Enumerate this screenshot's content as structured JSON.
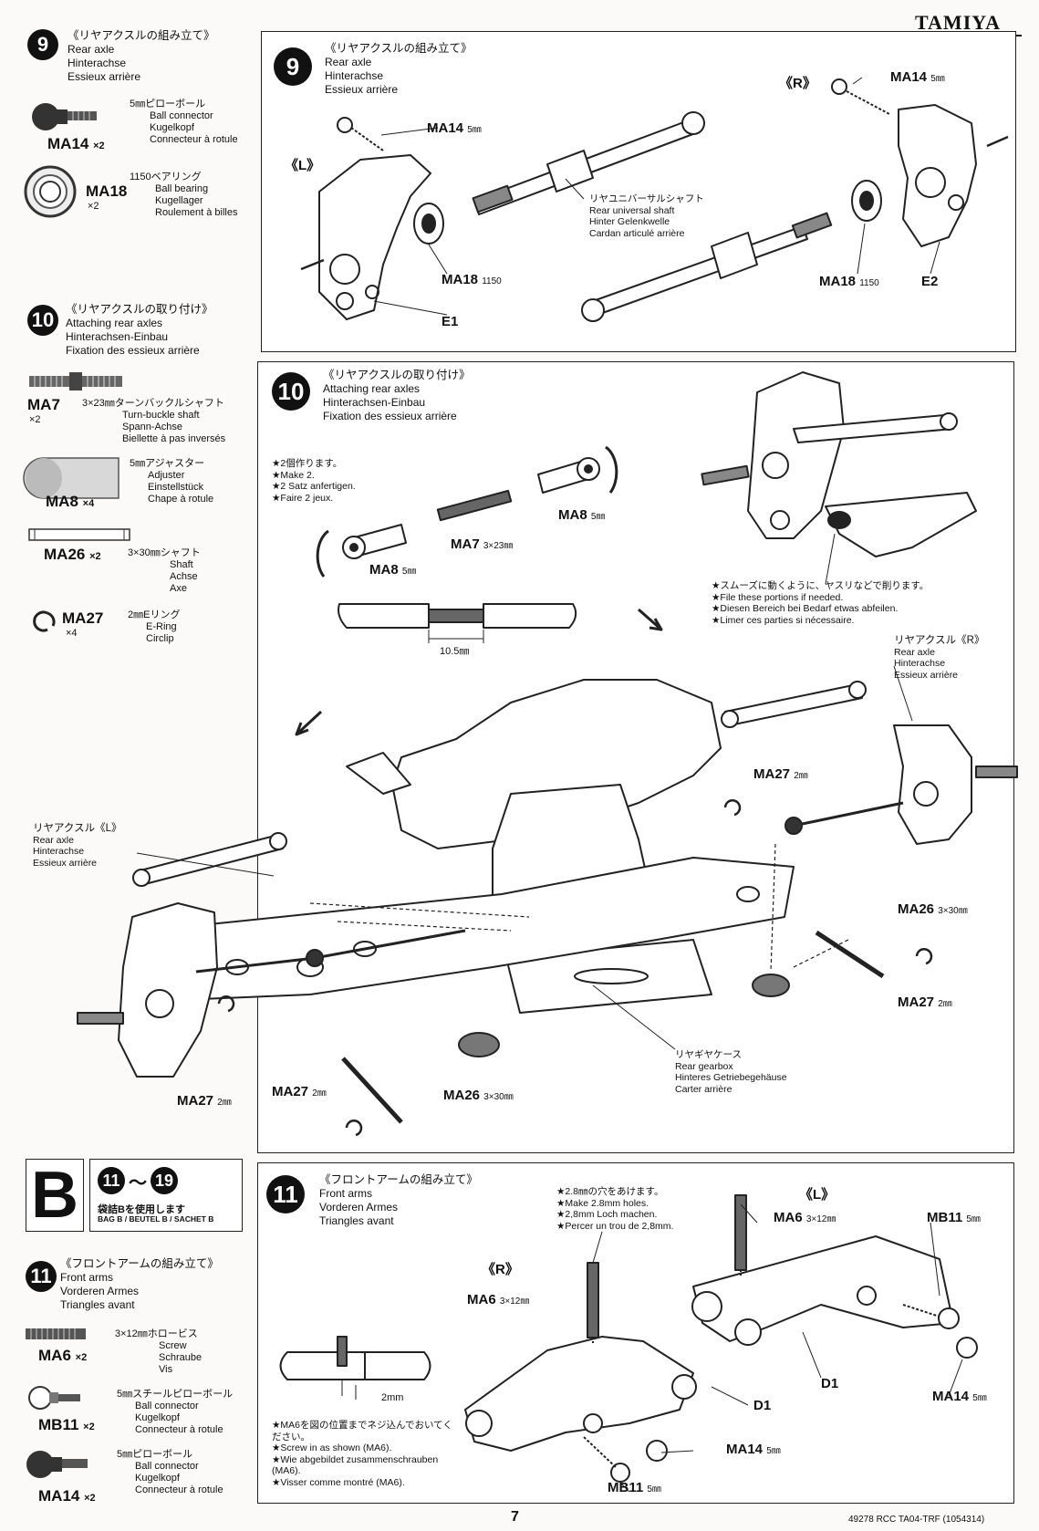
{
  "header": {
    "brand": "TAMIYA"
  },
  "left": {
    "step9": {
      "num": "9",
      "jp": "《リヤアクスルの組み立て》",
      "en": "Rear axle",
      "de": "Hinterachse",
      "fr": "Essieux arrière",
      "parts": [
        {
          "code": "MA14",
          "qty": "×2",
          "jp": "5㎜ピローボール",
          "l1": "Ball connector",
          "l2": "Kugelkopf",
          "l3": "Connecteur à rotule"
        },
        {
          "code": "MA18",
          "qty": "×2",
          "jp": "1150ベアリング",
          "l1": "Ball bearing",
          "l2": "Kugellager",
          "l3": "Roulement à billes"
        }
      ]
    },
    "step10": {
      "num": "10",
      "jp": "《リヤアクスルの取り付け》",
      "en": "Attaching rear axles",
      "de": "Hinterachsen-Einbau",
      "fr": "Fixation des essieux arrière",
      "parts": [
        {
          "code": "MA7",
          "qty": "×2",
          "jp": "3×23㎜ターンバックルシャフト",
          "l1": "Turn-buckle shaft",
          "l2": "Spann-Achse",
          "l3": "Biellette à pas inversés"
        },
        {
          "code": "MA8",
          "qty": "×4",
          "jp": "5㎜アジャスター",
          "l1": "Adjuster",
          "l2": "Einstellstück",
          "l3": "Chape à rotule"
        },
        {
          "code": "MA26",
          "qty": "×2",
          "jp": "3×30㎜シャフト",
          "l1": "Shaft",
          "l2": "Achse",
          "l3": "Axe"
        },
        {
          "code": "MA27",
          "qty": "×4",
          "jp": "2㎜Eリング",
          "l1": "E-Ring",
          "l2": "Circlip",
          "l3": ""
        }
      ]
    },
    "bag": {
      "letter": "B",
      "range_a": "11",
      "tilde": "〜",
      "range_b": "19",
      "jp": "袋詰Bを使用します",
      "en": "BAG B / BEUTEL B / SACHET B"
    },
    "step11": {
      "num": "11",
      "jp": "《フロントアームの組み立て》",
      "en": "Front arms",
      "de": "Vorderen Armes",
      "fr": "Triangles avant",
      "parts": [
        {
          "code": "MA6",
          "qty": "×2",
          "jp": "3×12㎜ホロービス",
          "l1": "Screw",
          "l2": "Schraube",
          "l3": "Vis"
        },
        {
          "code": "MB11",
          "qty": "×2",
          "jp": "5㎜スチールピローボール",
          "l1": "Ball connector",
          "l2": "Kugelkopf",
          "l3": "Connecteur à rotule"
        },
        {
          "code": "MA14",
          "qty": "×2",
          "jp": "5㎜ピローボール",
          "l1": "Ball connector",
          "l2": "Kugelkopf",
          "l3": "Connecteur à rotule"
        }
      ]
    }
  },
  "panel9": {
    "num": "9",
    "jp": "《リヤアクスルの組み立て》",
    "en": "Rear axle",
    "de": "Hinterachse",
    "fr": "Essieux arrière",
    "L": "《L》",
    "R": "《R》",
    "ma14_left": "MA14",
    "ma14_left_size": "5㎜",
    "ma14_right": "MA14",
    "ma14_right_size": "5㎜",
    "ma18_left": "MA18",
    "ma18_left_size": "1150",
    "ma18_right": "MA18",
    "ma18_right_size": "1150",
    "e1": "E1",
    "e2": "E2",
    "shaft_jp": "リヤユニバーサルシャフト",
    "shaft_en": "Rear universal shaft",
    "shaft_de": "Hinter Gelenkwelle",
    "shaft_fr": "Cardan articulé arrière"
  },
  "panel10": {
    "num": "10",
    "jp": "《リヤアクスルの取り付け》",
    "en": "Attaching rear axles",
    "de": "Hinterachsen-Einbau",
    "fr": "Fixation des essieux arrière",
    "make_jp": "★2個作ります。",
    "make_en": "★Make 2.",
    "make_de": "★2 Satz anfertigen.",
    "make_fr": "★Faire 2 jeux.",
    "ma8_a": "MA8",
    "ma8_a_size": "5㎜",
    "ma7": "MA7",
    "ma7_size": "3×23㎜",
    "ma8_b": "MA8",
    "ma8_b_size": "5㎜",
    "dim": "10.5㎜",
    "file_jp": "★スムーズに動くように、ヤスリなどで削ります。",
    "file_en": "★File these portions if needed.",
    "file_de": "★Diesen Bereich bei Bedarf etwas abfeilen.",
    "file_fr": "★Limer ces parties si nécessaire.",
    "rr_jp": "リヤアクスル《R》",
    "rr_en": "Rear axle",
    "rr_de": "Hinterachse",
    "rr_fr": "Essieux arrière",
    "rl_jp": "リヤアクスル《L》",
    "rl_en": "Rear axle",
    "rl_de": "Hinterachse",
    "rl_fr": "Essieux arrière",
    "ma27_top": "MA27",
    "ma27_top_size": "2㎜",
    "ma26_right": "MA26",
    "ma26_right_size": "3×30㎜",
    "ma27_right": "MA27",
    "ma27_right_size": "2㎜",
    "ma27_left": "MA27",
    "ma27_left_size": "2㎜",
    "ma27_bottom": "MA27",
    "ma27_bottom_size": "2㎜",
    "ma26_bottom": "MA26",
    "ma26_bottom_size": "3×30㎜",
    "gb_jp": "リヤギヤケース",
    "gb_en": "Rear gearbox",
    "gb_de": "Hinteres Getriebegehäuse",
    "gb_fr": "Carter arrière"
  },
  "panel11": {
    "num": "11",
    "jp": "《フロントアームの組み立て》",
    "en": "Front arms",
    "de": "Vorderen Armes",
    "fr": "Triangles avant",
    "hole_jp": "★2.8㎜の穴をあけます。",
    "hole_en": "★Make 2.8mm holes.",
    "hole_de": "★2,8mm Loch machen.",
    "hole_fr": "★Percer un trou de 2,8mm.",
    "L": "《L》",
    "R": "《R》",
    "ma6_l": "MA6",
    "ma6_l_size": "3×12㎜",
    "ma6_r": "MA6",
    "ma6_r_size": "3×12㎜",
    "mb11_top": "MB11",
    "mb11_top_size": "5㎜",
    "ma14_right": "MA14",
    "ma14_right_size": "5㎜",
    "d1_a": "D1",
    "d1_b": "D1",
    "ma14_bottom": "MA14",
    "ma14_bottom_size": "5㎜",
    "mb11_bottom": "MB11",
    "mb11_bottom_size": "5㎜",
    "dim": "2mm",
    "screw_jp": "★MA6を図の位置までネジ込んでおいてください。",
    "screw_en": "★Screw in as shown (MA6).",
    "screw_de": "★Wie abgebildet zusammenschrauben (MA6).",
    "screw_fr": "★Visser comme montré (MA6)."
  },
  "footer": {
    "page": "7",
    "code": "49278 RCC TA04-TRF (1054314)"
  }
}
